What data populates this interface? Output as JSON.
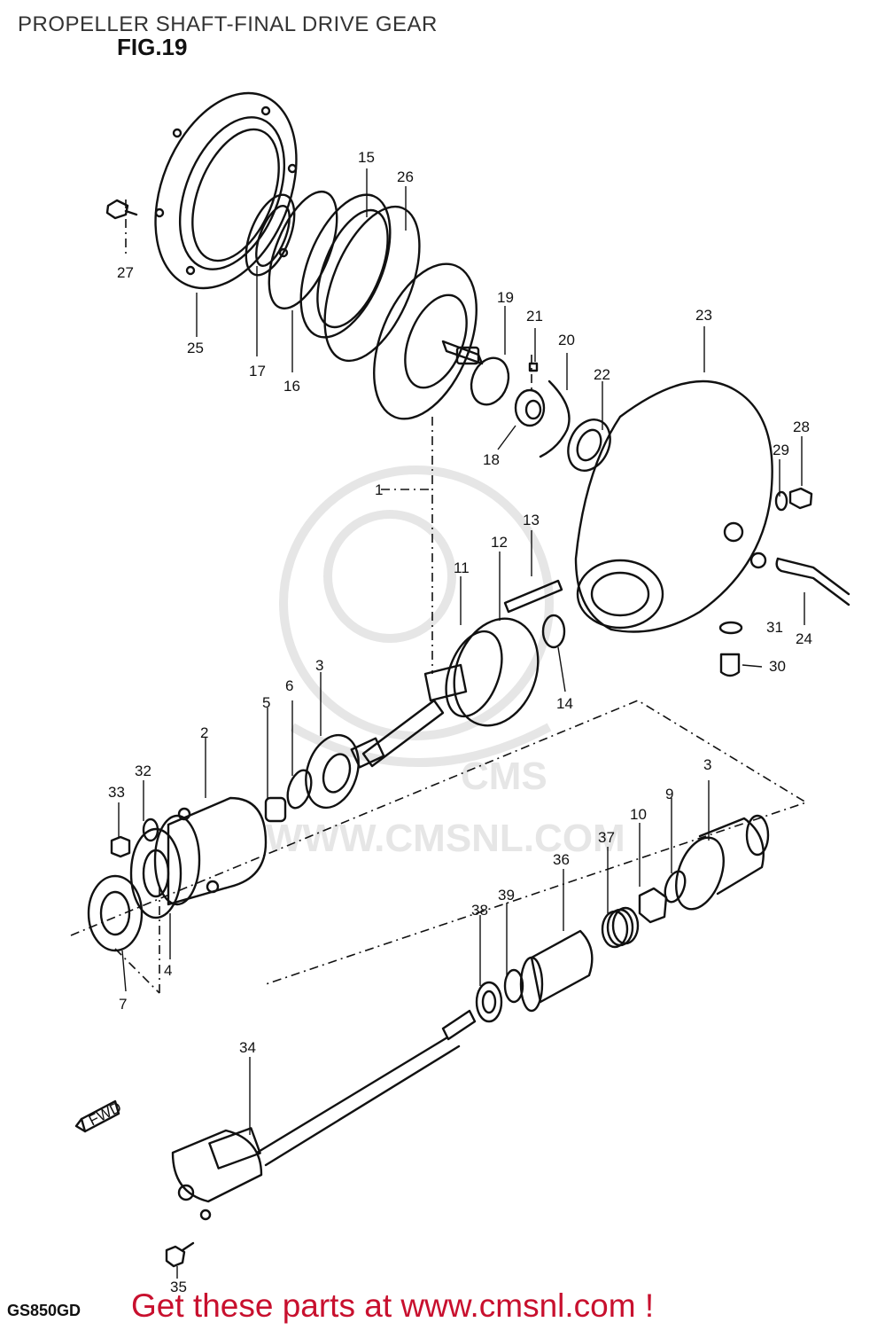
{
  "header": {
    "title": "PROPELLER SHAFT-FINAL DRIVE GEAR",
    "figure": "FIG.19"
  },
  "watermark": {
    "brand": "CMS",
    "url": "WWW.CMSNL.COM"
  },
  "footer": {
    "model": "GS850GD",
    "cta": "Get these parts at www.cmsnl.com !",
    "cta_color": "#c8102e"
  },
  "fwd_label": "FWD",
  "callouts": {
    "c1": "1",
    "c2": "2",
    "c3a": "3",
    "c3b": "3",
    "c4": "4",
    "c5": "5",
    "c6": "6",
    "c7": "7",
    "c9": "9",
    "c10": "10",
    "c11": "11",
    "c12": "12",
    "c13": "13",
    "c14": "14",
    "c15": "15",
    "c16": "16",
    "c17": "17",
    "c18": "18",
    "c19": "19",
    "c20": "20",
    "c21": "21",
    "c22": "22",
    "c23": "23",
    "c24": "24",
    "c25": "25",
    "c26": "26",
    "c27": "27",
    "c28": "28",
    "c29": "29",
    "c30": "30",
    "c31": "31",
    "c32": "32",
    "c33": "33",
    "c34": "34",
    "c35": "35",
    "c36": "36",
    "c37": "37",
    "c38": "38",
    "c39": "39"
  },
  "colors": {
    "ink": "#111111",
    "watermark": "#e6e6e6"
  }
}
